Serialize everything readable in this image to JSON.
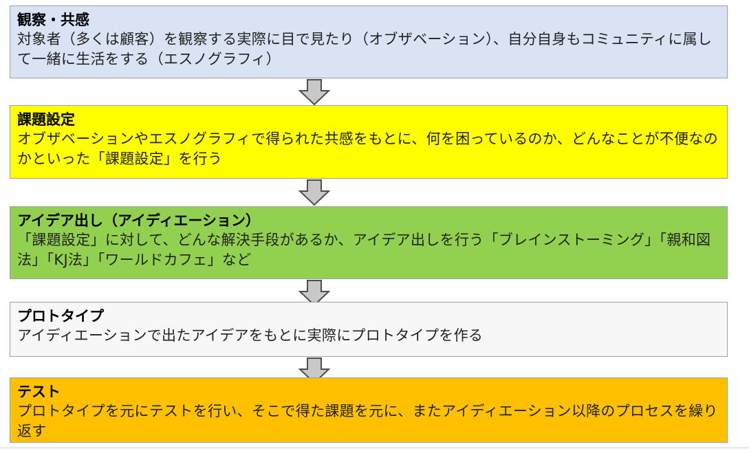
{
  "colors": {
    "step1_fill": "#dae3f3",
    "step2_fill": "#ffff00",
    "step3_fill": "#92d050",
    "step4_fill": "#f7f7f7",
    "step5_fill": "#ffc000",
    "arrow_fill": "#c8c8c8",
    "arrow_stroke": "#4d4d4d"
  },
  "steps": [
    {
      "title": "観察・共感",
      "description": "対象者（多くは顧客）を観察する実際に目で見たり（オブザベーション）、自分自身もコミュニティに属して一緒に生活をする（エスノグラフィ）"
    },
    {
      "title": "課題設定",
      "description": "オブザベーションやエスノグラフィで得られた共感をもとに、何を困っているのか、どんなことが不便なのかといった「課題設定」を行う"
    },
    {
      "title": "アイデア出し（アイディエーション）",
      "description": "「課題設定」に対して、どんな解決手段があるか、アイデア出しを行う「ブレインストーミング」「親和図法」「KJ法」「ワールドカフェ」など"
    },
    {
      "title": "プロトタイプ",
      "description": "アイディエーションで出たアイデアをもとに実際にプロトタイプを作る"
    },
    {
      "title": "テスト",
      "description": "プロトタイプを元にテストを行い、そこで得た課題を元に、またアイディエーション以降のプロセスを繰り返す"
    }
  ]
}
